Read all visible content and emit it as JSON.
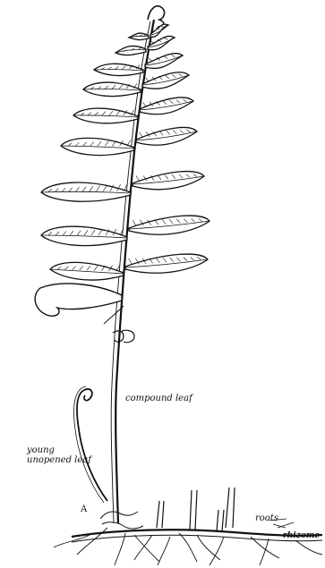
{
  "colors": {
    "ink": "#111111",
    "paper": "#ffffff"
  },
  "labels": {
    "compound_leaf": "compound leaf",
    "young_line1": "young",
    "young_line2": "unopened leaf",
    "roots": "roots",
    "rhizome": "rhizome",
    "marker_a": "A"
  }
}
